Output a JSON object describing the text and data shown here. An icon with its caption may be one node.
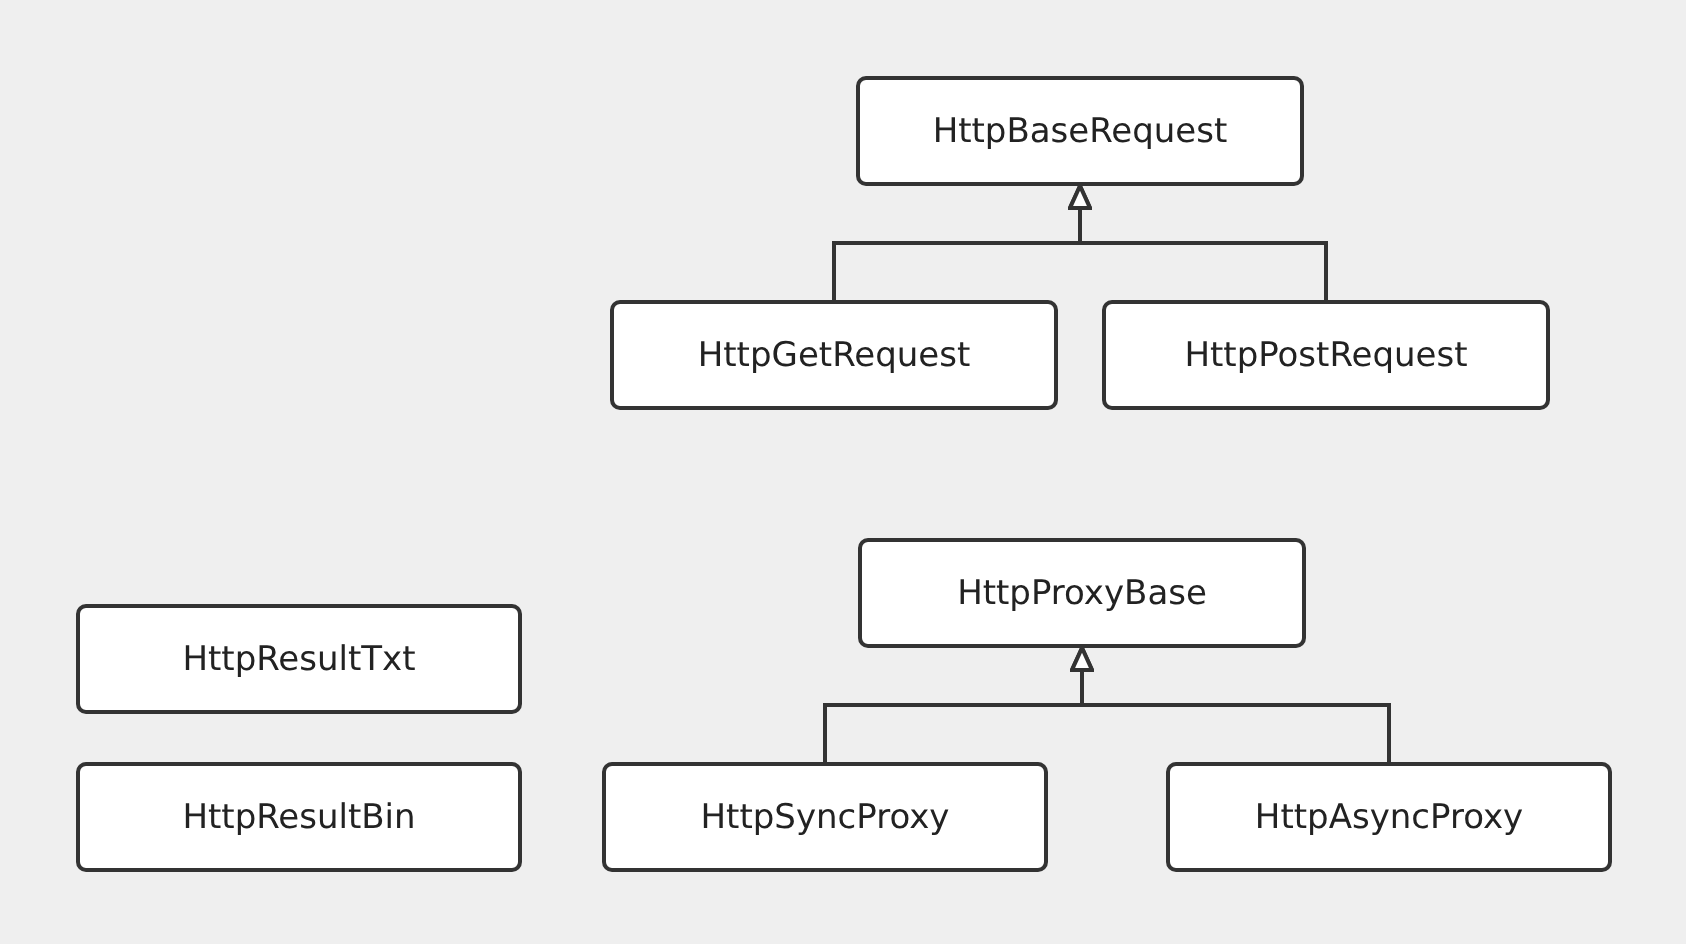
{
  "diagram": {
    "nodes": [
      {
        "text": [
          "HttpBaseRequest"
        ]
      },
      {
        "text": [
          "HttpGetRequest"
        ]
      },
      {
        "text": [
          "HttpPostRequest"
        ]
      },
      {
        "text": [
          "HttpProxyBase"
        ]
      },
      {
        "text": [
          "HttpResultTxt"
        ]
      },
      {
        "text": [
          "HttpResultBin"
        ]
      },
      {
        "text": [
          "HttpSyncProxy"
        ]
      },
      {
        "text": [
          "HttpAsyncProxy"
        ]
      }
    ],
    "edges": [
      {
        "from": 1,
        "to": 0,
        "arrow": "to"
      },
      {
        "from": 2,
        "to": 0,
        "arrow": "to"
      },
      {
        "from": 6,
        "to": 3,
        "arrow": "to"
      },
      {
        "from": 7,
        "to": 3,
        "arrow": "to"
      }
    ]
  }
}
